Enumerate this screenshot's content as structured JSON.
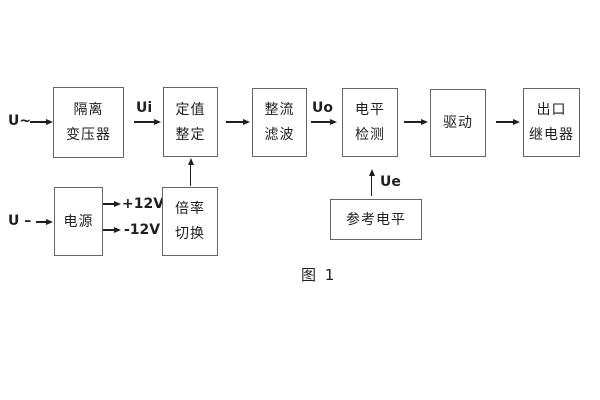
{
  "figure": {
    "caption": "图 1",
    "colors": {
      "background": "#ffffff",
      "box_border": "#666666",
      "ink": "#1f1f1f"
    },
    "inputs": {
      "ac_label": "U~",
      "dc_label": "U –"
    },
    "signal_labels": {
      "ui": "Ui",
      "uo": "Uo",
      "ue": "Ue"
    },
    "power_rails": {
      "positive": "+12V",
      "negative": "-12V"
    },
    "blocks": {
      "isolation_transformer": {
        "line1": "隔离",
        "line2": "变压器"
      },
      "setpoint_adjust": {
        "line1": "定值",
        "line2": "整定"
      },
      "rectifier_filter": {
        "line1": "整流",
        "line2": "滤波"
      },
      "level_detector": {
        "line1": "电平",
        "line2": "检测"
      },
      "driver": {
        "line1": "驱动"
      },
      "output_relay": {
        "line1": "出口",
        "line2": "继电器"
      },
      "power_supply": {
        "line1": "电源"
      },
      "ratio_switch": {
        "line1": "倍率",
        "line2": "切换"
      },
      "reference_level": {
        "line1": "参考电平"
      }
    }
  }
}
